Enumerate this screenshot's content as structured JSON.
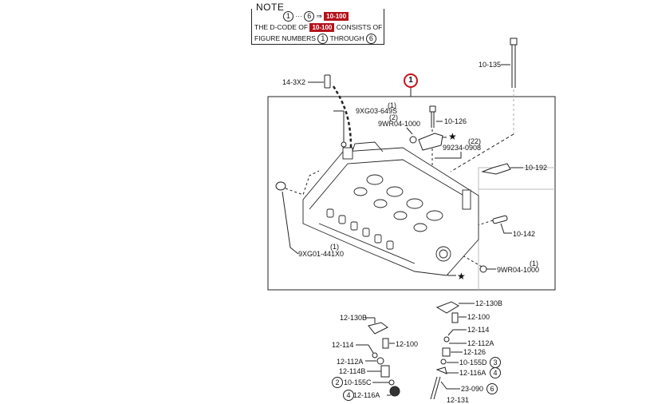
{
  "note": {
    "title": "NOTE",
    "line1_from": "1",
    "line1_dots": "···",
    "line1_to": "6",
    "line1_arrow": "⇒",
    "dcode": "10-100",
    "line2_prefix": "THE D-CODE OF",
    "line2_suffix": "CONSISTS OF",
    "line3_prefix": "FIGURE NUMBERS",
    "line3_from": "1",
    "line3_mid": "THROUGH",
    "line3_to": "6"
  },
  "assembly_ref": "1",
  "star_symbol": "★",
  "colors": {
    "accent_red": "#b5121b",
    "line": "#222222"
  },
  "parts": {
    "p14_3x2": "14-3X2",
    "p10_135": "10-135",
    "p9xg03": {
      "qty": "(1)",
      "code": "9XG03-649S"
    },
    "p9wr04_top": {
      "qty": "(2)",
      "code": "9WR04-1000"
    },
    "p10_126": "10-126",
    "p99234": {
      "qty": "(22)",
      "code": "99234-0908"
    },
    "p10_192": "10-192",
    "p10_142": "10-142",
    "p9xg01": {
      "qty": "(1)",
      "code": "9XG01-441X0"
    },
    "p9wr04_bot": {
      "qty": "(1)",
      "code": "9WR04-1000"
    }
  },
  "valve_left": [
    {
      "code": "12-130B"
    },
    {
      "code": "12-114"
    },
    {
      "code": "12-100"
    },
    {
      "code": "12-112A"
    },
    {
      "code": "12-114B"
    },
    {
      "code": "10-155C",
      "fig": "2"
    },
    {
      "code": "12-116A",
      "fig": "4"
    }
  ],
  "valve_right": [
    {
      "code": "12-130B"
    },
    {
      "code": "12-100"
    },
    {
      "code": "12-114"
    },
    {
      "code": "12-112A"
    },
    {
      "code": "12-126"
    },
    {
      "code": "10-155D",
      "fig": "3"
    },
    {
      "code": "12-116A",
      "fig": "4"
    },
    {
      "code": "23-090",
      "fig": "6"
    },
    {
      "code": "12-131"
    }
  ]
}
